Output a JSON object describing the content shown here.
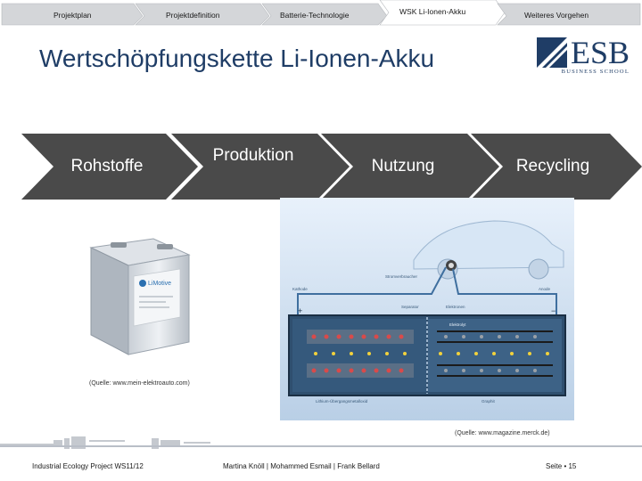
{
  "nav": {
    "tabs": [
      {
        "label": "Projektplan"
      },
      {
        "label": "Projektdefinition"
      },
      {
        "label": "Batterie-Technologie"
      },
      {
        "label": "WSK Li-Ionen-Akku"
      },
      {
        "label": "Weiteres Vorgehen"
      }
    ],
    "active_index": 3,
    "colors": {
      "tab": "#d4d6d9",
      "active_tab": "#ffffff"
    }
  },
  "title": "Wertschöpfungskette Li-Ionen-Akku",
  "logo": {
    "main": "ESB",
    "sub": "BUSINESS SCHOOL",
    "icon": "esb-logo-mark-icon",
    "color": "#1f3d66"
  },
  "process": {
    "steps": [
      {
        "label": "Rohstoffe"
      },
      {
        "label": "Produktion"
      },
      {
        "label": "Nutzung"
      },
      {
        "label": "Recycling"
      }
    ],
    "color": "#4a4a4a"
  },
  "battery_image": {
    "caption": "(Quelle: www.mein-elektroauto.com)",
    "brand": "LiMotive"
  },
  "schematic": {
    "caption": "(Quelle: www.magazine.merck.de)",
    "labels": {
      "top": "Stromverbraucher",
      "left": "Kathode",
      "right": "Anode",
      "separator": "Separator",
      "electrolyte": "Elektrolyt",
      "electrons": "Elektronen",
      "graphite": "Graphit",
      "lithium_oxide": "Lithium-Übergangsmetalloxid"
    }
  },
  "footer": {
    "left": "Industrial Ecology Project WS11/12",
    "center": "Martina Knöll | Mohammed Esmail | Frank Bellard",
    "right": "Seite • 15"
  }
}
